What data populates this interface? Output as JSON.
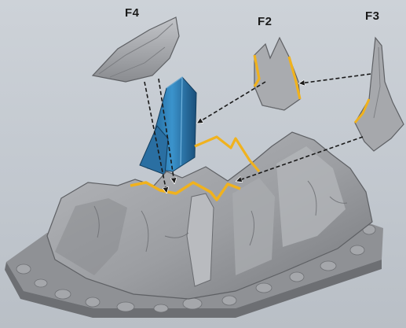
{
  "labels": {
    "f4": "F4",
    "f2": "F2",
    "f3": "F3"
  },
  "colors": {
    "background": "#c4c9d0",
    "stone": "#9b9da1",
    "crystal": "#2a7fb8",
    "highlight": "#f0b21e",
    "arrow": "#1a1a1a",
    "arrow_outline": "#ffffff"
  }
}
